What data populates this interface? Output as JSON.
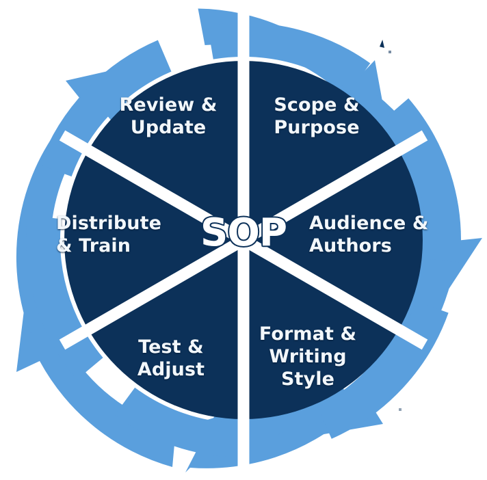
{
  "diagram": {
    "title_center": "SOP",
    "type": "six-step cyclical wheel",
    "colors": {
      "navy": "#0c3159",
      "navy_dark": "#0a2d55",
      "arrow_blue": "#5a9fdd",
      "arrow_blue_light": "#6aa9e2",
      "divider": "#ffffff",
      "label_text": "#f2f7fb",
      "background": "#ffffff"
    },
    "segments": [
      {
        "id": "scope-purpose",
        "label": "Scope &\nPurpose",
        "order": 1,
        "position": "top-right"
      },
      {
        "id": "audience-authors",
        "label": "Audience &\nAuthors",
        "order": 2,
        "position": "right"
      },
      {
        "id": "format-writing-style",
        "label": "Format &\nWriting\nStyle",
        "order": 3,
        "position": "bottom-right"
      },
      {
        "id": "test-adjust",
        "label": "Test &\nAdjust",
        "order": 4,
        "position": "bottom-left"
      },
      {
        "id": "distribute-train",
        "label": "Distribute\n& Train",
        "order": 5,
        "position": "left"
      },
      {
        "id": "review-update",
        "label": "Review &\nUpdate",
        "order": 6,
        "position": "top-left"
      }
    ],
    "ring": {
      "icon": "circular-arrow-ring",
      "arrow_count": 6,
      "direction": "clockwise"
    }
  }
}
